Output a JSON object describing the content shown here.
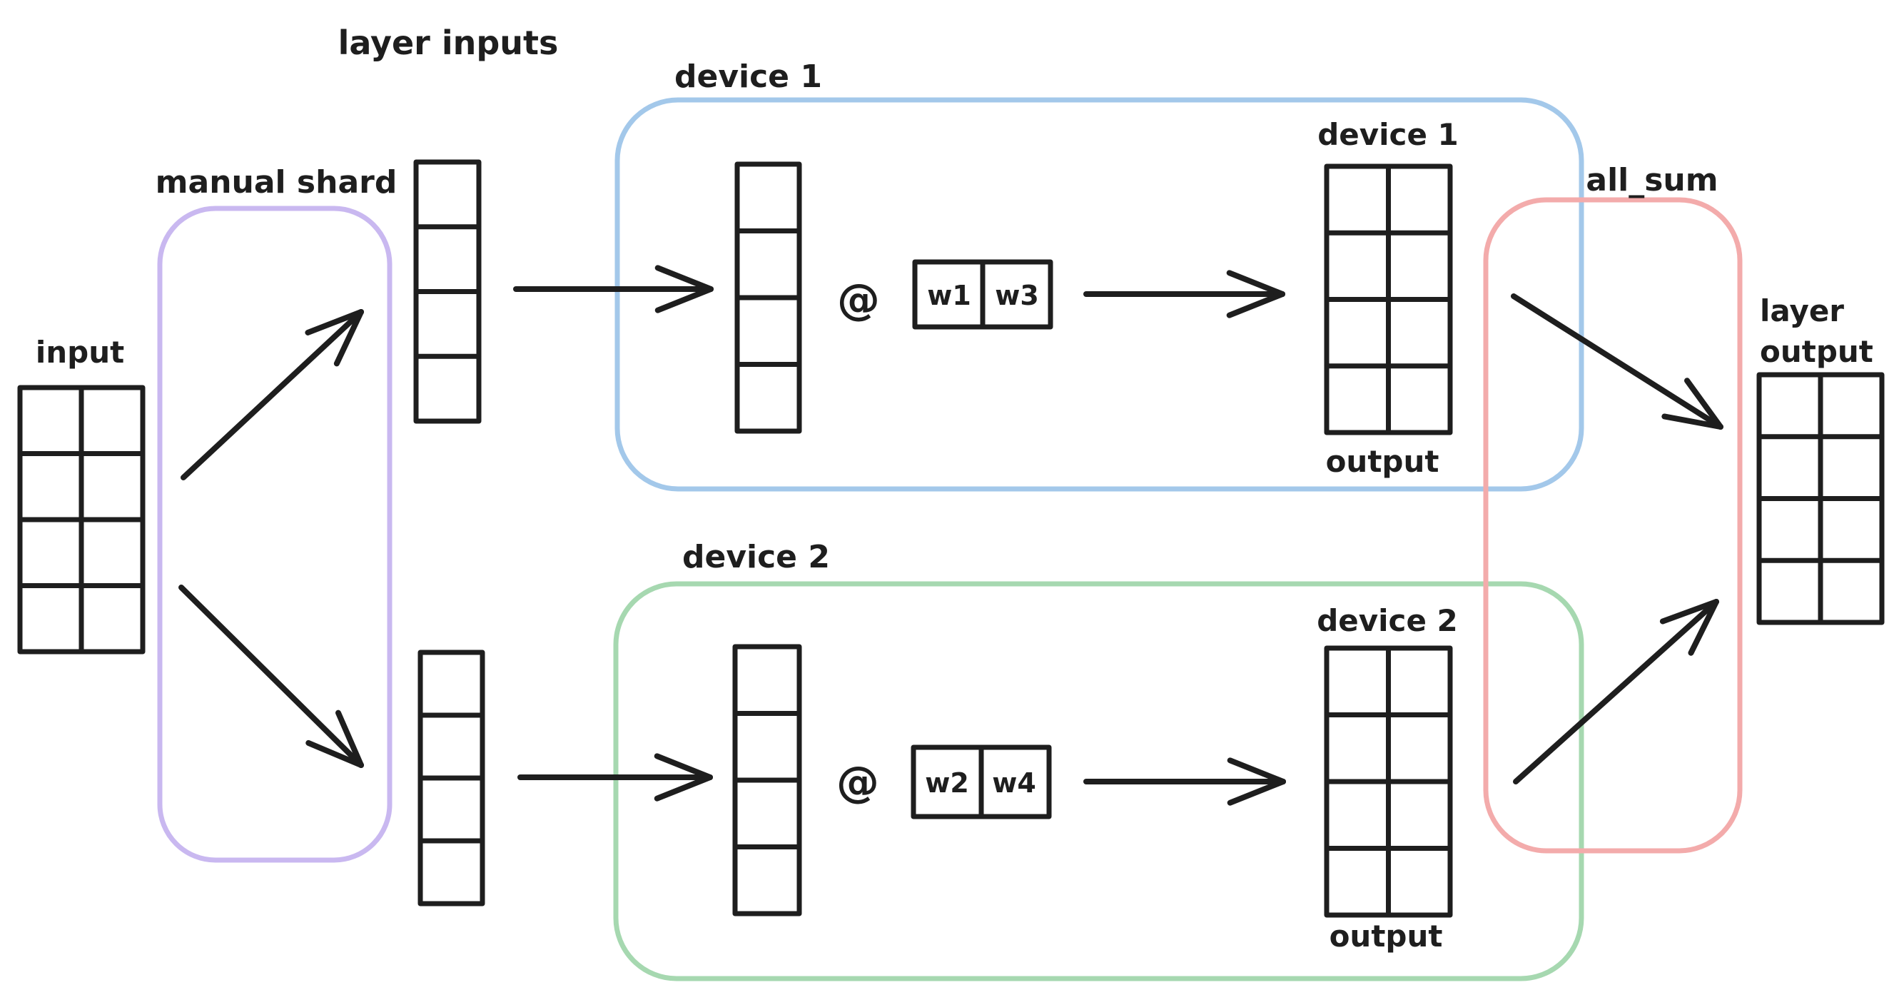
{
  "colors": {
    "ink": "#1e1e1e",
    "canvas_bg": "#ffffff",
    "manual_shard_label": "#6741d9",
    "manual_shard_border": "#c9b8f0",
    "device1_label": "#1c7ed6",
    "device1_border": "#a3c8ea",
    "device2_label": "#2f9e44",
    "device2_border": "#a6d8b0",
    "all_sum_label": "#e03131",
    "all_sum_border": "#f3abab"
  },
  "title": "layer inputs",
  "input": {
    "label": "input",
    "grid": {
      "rows": 4,
      "cols": 2
    }
  },
  "manual_shard": {
    "label": "manual shard"
  },
  "layer_inputs": {
    "top_grid": {
      "rows": 4,
      "cols": 1
    },
    "bottom_grid": {
      "rows": 4,
      "cols": 1
    }
  },
  "device1": {
    "label": "device 1",
    "operator": "@",
    "activation_grid": {
      "rows": 4,
      "cols": 1
    },
    "weights": [
      "w1",
      "w3"
    ],
    "weights_grid": {
      "rows": 1,
      "cols": 2
    },
    "output_title": "device 1",
    "output_grid": {
      "rows": 4,
      "cols": 2
    },
    "output_caption": "output"
  },
  "device2": {
    "label": "device 2",
    "operator": "@",
    "activation_grid": {
      "rows": 4,
      "cols": 1
    },
    "weights": [
      "w2",
      "w4"
    ],
    "weights_grid": {
      "rows": 1,
      "cols": 2
    },
    "output_title": "device 2",
    "output_grid": {
      "rows": 4,
      "cols": 2
    },
    "output_caption": "output"
  },
  "all_sum": {
    "label": "all_sum"
  },
  "layer_output": {
    "title_line1": "layer",
    "title_line2": "output",
    "grid": {
      "rows": 4,
      "cols": 2
    }
  }
}
